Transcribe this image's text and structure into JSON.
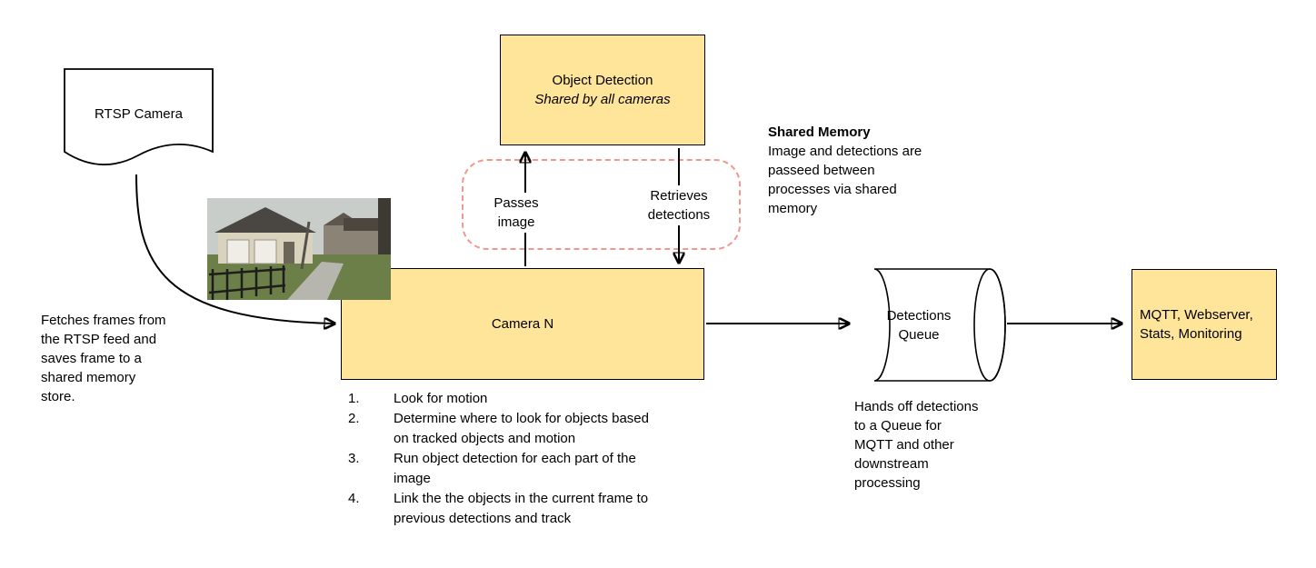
{
  "colors": {
    "node_fill": "#ffe599",
    "node_border": "#000000",
    "line": "#000000",
    "dash": "#f2978c",
    "canvas_bg": "#ffffff",
    "text": "#000000"
  },
  "nodes": {
    "rtsp_camera": {
      "label": "RTSP Camera"
    },
    "object_detection": {
      "title": "Object Detection",
      "subtitle": "Shared by all cameras"
    },
    "camera_n": {
      "label": "Camera N"
    },
    "detections_queue": {
      "label": "Detections Queue"
    },
    "mqtt": {
      "label": "MQTT, Webserver, Stats, Monitoring"
    }
  },
  "annotations": {
    "fetches_frames": "Fetches frames from the RTSP feed and saves frame to a shared memory store.",
    "passes_image": "Passes image",
    "retrieves_detections": "Retrieves detections",
    "shared_memory_title": "Shared Memory",
    "shared_memory_body": "Image and detections are\npasseed between\nprocesses via shared\nmemory",
    "hands_off": "Hands off detections\nto a Queue for\nMQTT and other\ndownstream\nprocessing",
    "camera_steps": [
      "Look for motion",
      "Determine where to look for objects based on tracked objects and motion",
      "Run object detection for each part of the image",
      "Link the the objects in the current frame to previous detections and track"
    ]
  },
  "camera_snapshot": {
    "name": "backyard-camera-snapshot"
  }
}
